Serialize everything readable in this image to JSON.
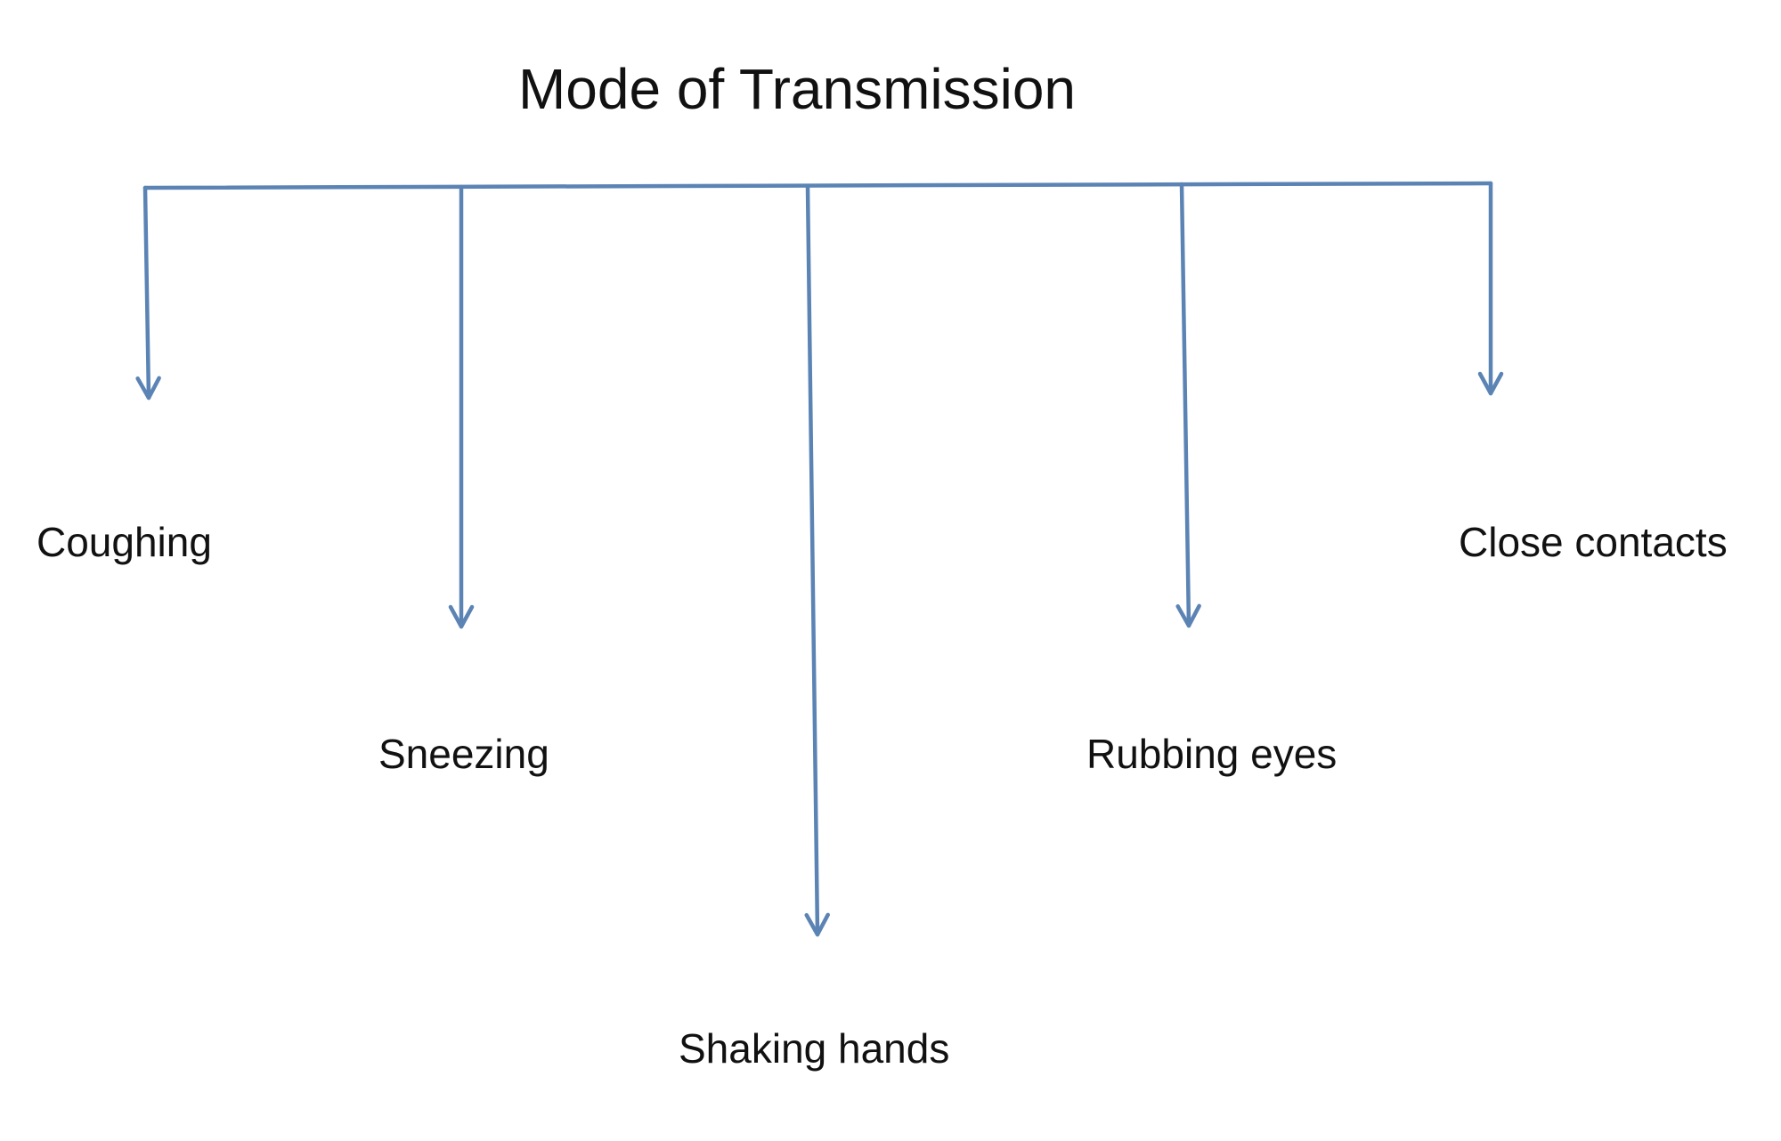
{
  "diagram": {
    "title": "Mode of Transmission",
    "line_color": "#5b84b5",
    "nodes": [
      {
        "label": "Coughing"
      },
      {
        "label": "Sneezing"
      },
      {
        "label": "Shaking hands"
      },
      {
        "label": "Rubbing eyes"
      },
      {
        "label": "Close contacts"
      }
    ]
  }
}
